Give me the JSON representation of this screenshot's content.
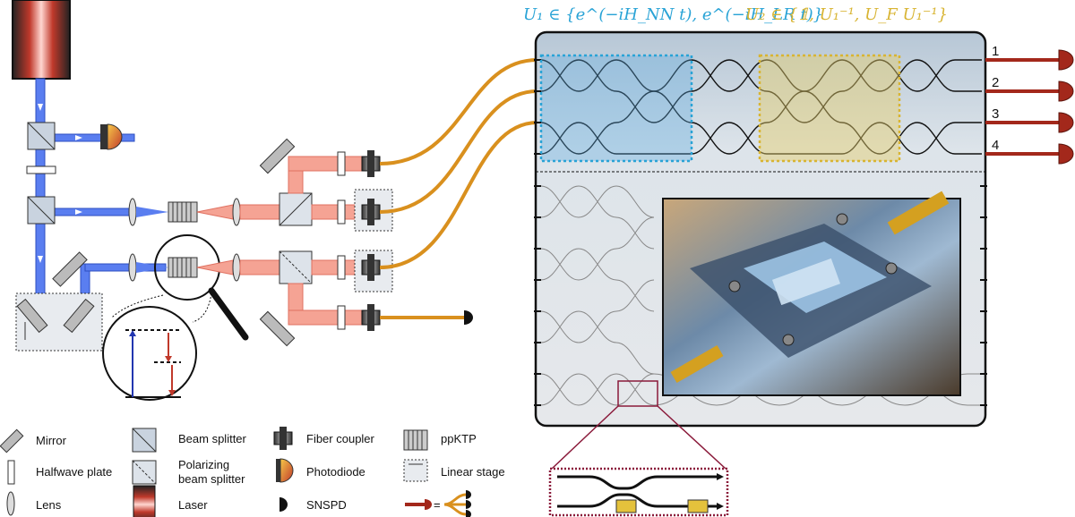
{
  "header": {
    "u1_label": "U₁ ∈ {e^(−iH_NN t), e^(−iH_LR t)}",
    "u2_label": "U₂ ∈ {𝟙, U₁⁻¹, U_F U₁⁻¹}"
  },
  "ports": [
    "1",
    "2",
    "3",
    "4"
  ],
  "legend": {
    "mirror": "Mirror",
    "halfwave": "Halfwave plate",
    "lens": "Lens",
    "beam_splitter": "Beam splitter",
    "pbs_line1": "Polarizing",
    "pbs_line2": "beam splitter",
    "laser": "Laser",
    "fiber_coupler": "Fiber coupler",
    "photodiode": "Photodiode",
    "snspd": "SNSPD",
    "ppktp": "ppKTP",
    "linear_stage": "Linear stage",
    "fiber_equals": "="
  },
  "colors": {
    "pump": "#4a6fe0",
    "photon": "#f07a6a",
    "fiber": "#d9901e",
    "u1_box": "#29a3d6",
    "u2_box": "#d8b432",
    "chip_bg": "#dfe4ea",
    "detector": "#a3281b"
  }
}
